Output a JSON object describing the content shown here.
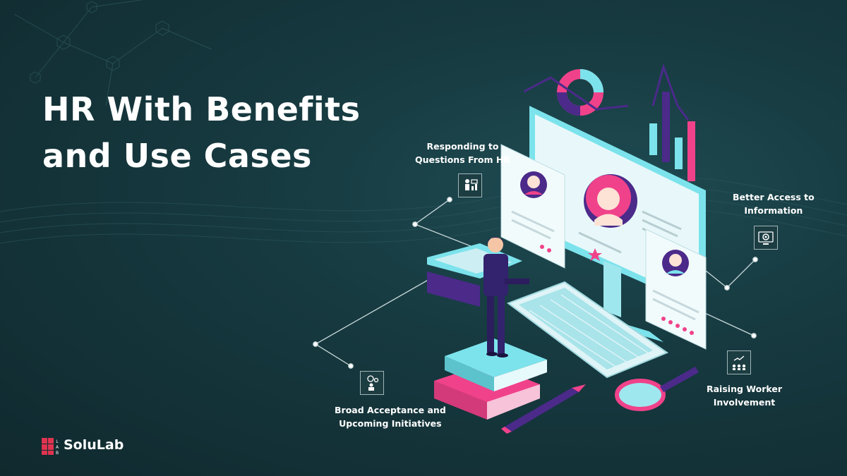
{
  "hero": {
    "title_line1": "HR With Benefits",
    "title_line2": "and Use Cases"
  },
  "callouts": [
    {
      "id": "responding",
      "line1": "Responding to",
      "line2": "Questions From HR",
      "icon": "hr-dashboard-icon"
    },
    {
      "id": "access",
      "line1": "Better Access to",
      "line2": "Information",
      "icon": "information-gear-icon"
    },
    {
      "id": "involvement",
      "line1": "Raising Worker",
      "line2": "Involvement",
      "icon": "team-growth-icon"
    },
    {
      "id": "acceptance",
      "line1": "Broad Acceptance and",
      "line2": "Upcoming Initiatives",
      "icon": "idea-person-icon"
    }
  ],
  "brand": {
    "name": "SoluLab",
    "mark_letters": "LAB",
    "accent": "#e0334f"
  },
  "colors": {
    "background": "#163a40",
    "screen": "#dff4f7",
    "cyan": "#7ce3ec",
    "pink": "#f0428a",
    "purple": "#4b2a8a"
  }
}
